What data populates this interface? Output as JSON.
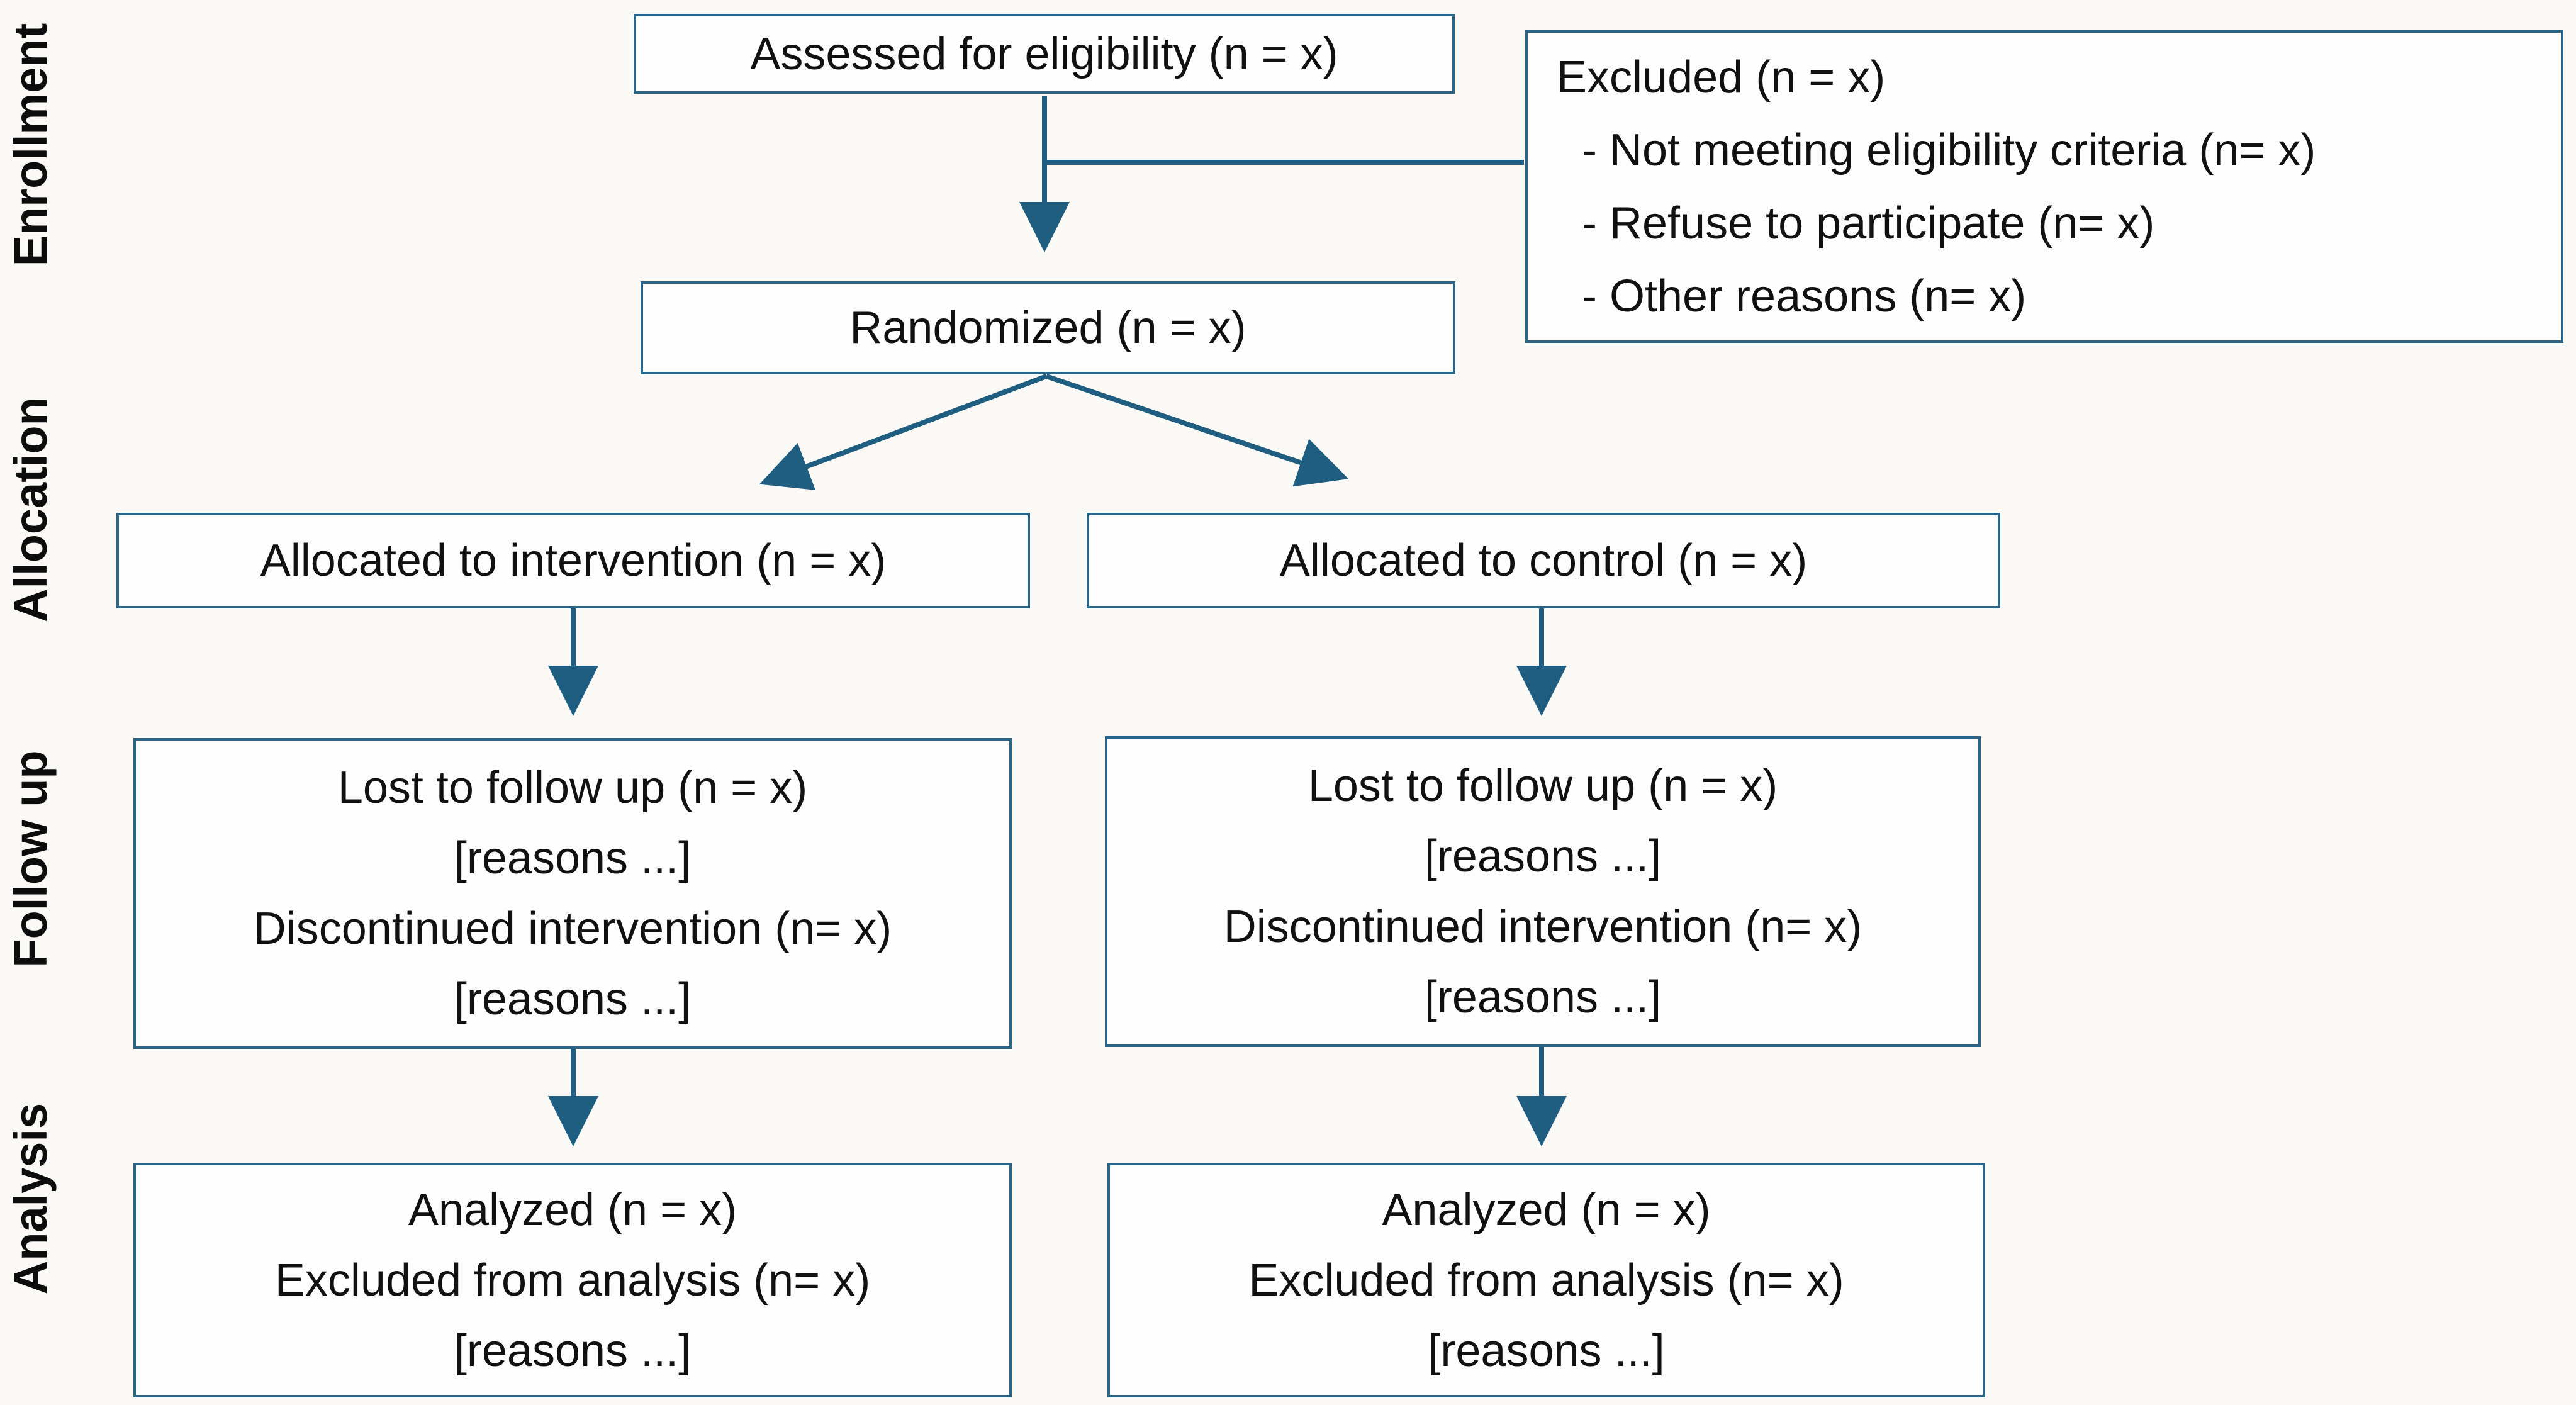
{
  "diagram": {
    "background_color": "#faf9f6",
    "box_fill": "#fdfdfd",
    "box_border_color": "#2a6587",
    "arrow_color": "#1f5e80",
    "text_color": "#111111"
  },
  "stage_labels": [
    {
      "label": "Enrollment"
    },
    {
      "label": "Allocation"
    },
    {
      "label": "Follow up"
    },
    {
      "label": "Analysis"
    }
  ],
  "boxes": {
    "assessed": {
      "text": "Assessed for eligibility (n = x)"
    },
    "excluded": {
      "title": "Excluded (n = x)",
      "reasons": [
        "- Not meeting eligibility criteria (n= x)",
        "- Refuse to participate (n= x)",
        "- Other reasons (n= x)"
      ]
    },
    "randomized": {
      "text": "Randomized (n = x)"
    },
    "allocated_intervention": {
      "text": "Allocated to intervention (n = x)"
    },
    "allocated_control": {
      "text": "Allocated to control (n = x)"
    },
    "followup_intervention": {
      "lines": [
        "Lost to follow up (n = x)",
        "[reasons ...]",
        "Discontinued intervention (n= x)",
        "[reasons ...]"
      ]
    },
    "followup_control": {
      "lines": [
        "Lost to follow up (n = x)",
        "[reasons ...]",
        "Discontinued intervention (n= x)",
        "[reasons ...]"
      ]
    },
    "analysis_intervention": {
      "lines": [
        "Analyzed (n = x)",
        "Excluded from analysis (n= x)",
        "[reasons ...]"
      ]
    },
    "analysis_control": {
      "lines": [
        "Analyzed (n = x)",
        "Excluded from analysis (n= x)",
        "[reasons ...]"
      ]
    }
  }
}
